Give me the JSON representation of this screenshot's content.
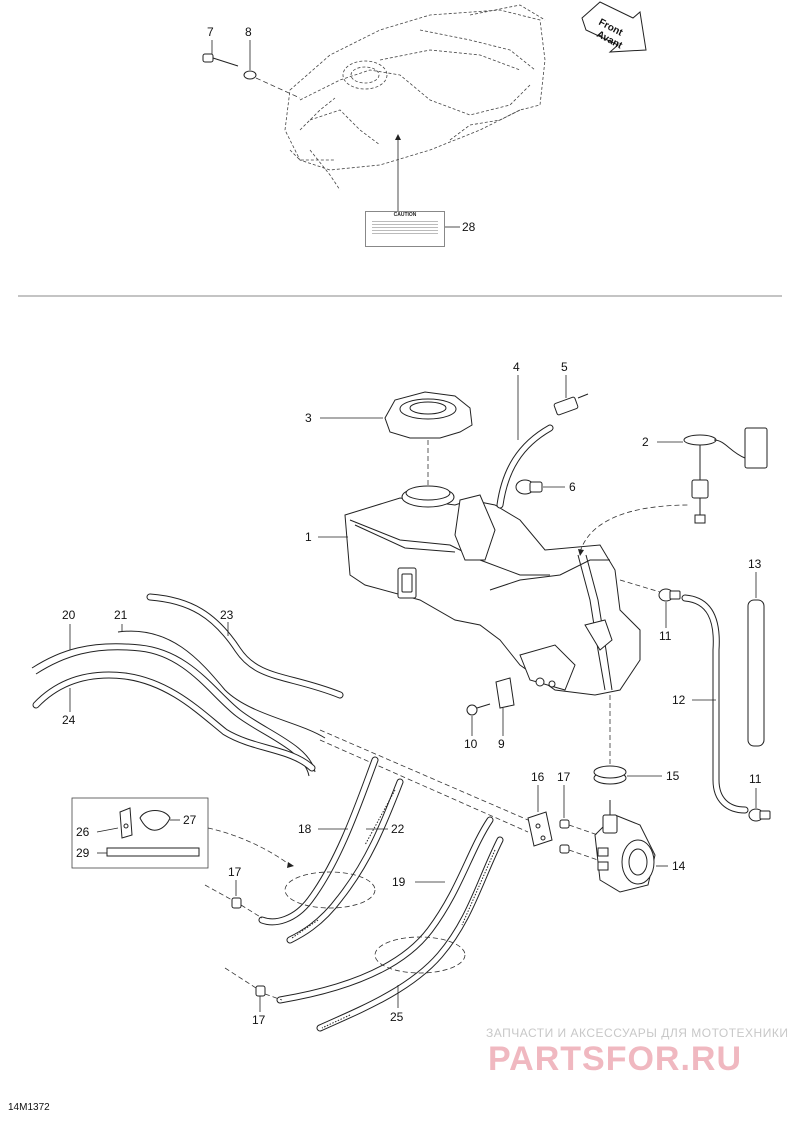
{
  "orientation": {
    "line1": "Front",
    "line2": "Avant"
  },
  "caution_label": {
    "title": "CAUTION"
  },
  "callouts": {
    "c1": "1",
    "c2": "2",
    "c3": "3",
    "c4": "4",
    "c5": "5",
    "c6": "6",
    "c7": "7",
    "c8": "8",
    "c9": "9",
    "c10": "10",
    "c11a": "11",
    "c11b": "11",
    "c12": "12",
    "c13": "13",
    "c14": "14",
    "c15": "15",
    "c16": "16",
    "c17a": "17",
    "c17b": "17",
    "c17c": "17",
    "c18": "18",
    "c19": "19",
    "c20": "20",
    "c21": "21",
    "c22": "22",
    "c23": "23",
    "c24": "24",
    "c25": "25",
    "c26": "26",
    "c27": "27",
    "c28": "28",
    "c29": "29"
  },
  "watermark": {
    "line1": "ЗАПЧАСТИ И АКСЕССУАРЫ ДЛЯ МОТОТЕХНИКИ",
    "line2": "PARTSFOR.RU"
  },
  "drawing_number": "14M1372"
}
